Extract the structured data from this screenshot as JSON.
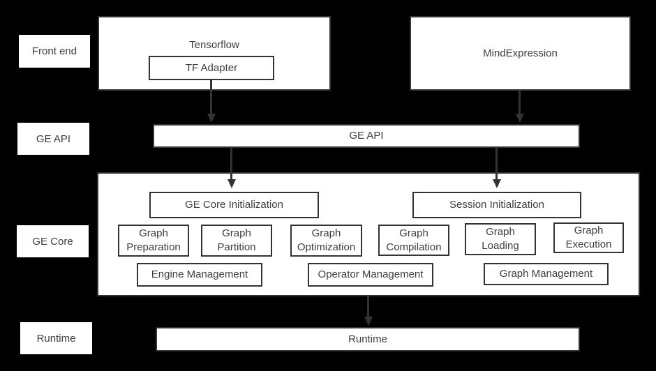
{
  "colors": {
    "bg": "#000000",
    "box-fill": "#ffffff",
    "border": "#333333",
    "text": "#3d3d3d",
    "arrow": "#333333"
  },
  "side_labels": {
    "front_end": "Front end",
    "ge_api": "GE API",
    "ge_core": "GE Core",
    "runtime": "Runtime"
  },
  "front_end_layer": {
    "tensorflow_label": "Tensorflow",
    "tf_adapter_label": "TF Adapter",
    "mindexpression_label": "MindExpression"
  },
  "ge_api_layer": {
    "bar_label": "GE API"
  },
  "ge_core_layer": {
    "ge_core_initialization": "GE Core Initialization",
    "session_initialization": "Session Initialization",
    "graph_preparation": "Graph Preparation",
    "graph_partition": "Graph Partition",
    "graph_optimization": "Graph Optimization",
    "graph_compilation": "Graph Compilation",
    "graph_loading": "Graph Loading",
    "graph_execution": "Graph Execution",
    "engine_management": "Engine Management",
    "operator_management": "Operator Management",
    "graph_management": "Graph Management"
  },
  "runtime_layer": {
    "bar_label": "Runtime"
  }
}
